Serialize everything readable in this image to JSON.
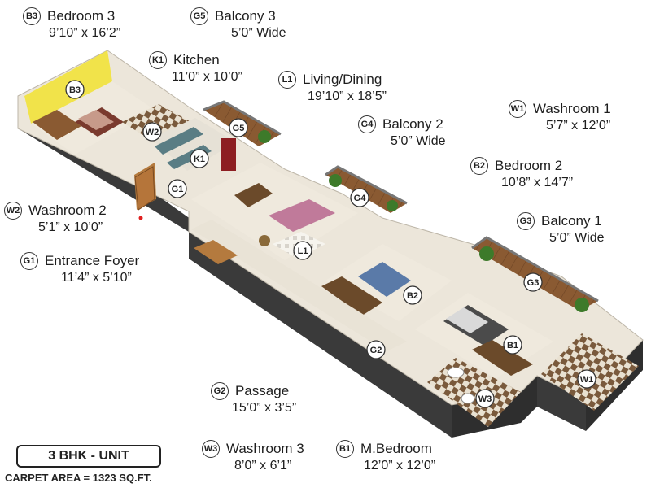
{
  "rooms": {
    "b3": {
      "code": "B3",
      "name": "Bedroom 3",
      "dims": "9’10” x 16’2”"
    },
    "g5": {
      "code": "G5",
      "name": "Balcony 3",
      "dims": "5’0” Wide"
    },
    "k1": {
      "code": "K1",
      "name": "Kitchen",
      "dims": "11’0” x 10’0”"
    },
    "l1": {
      "code": "L1",
      "name": "Living/Dining",
      "dims": "19’10” x 18’5”"
    },
    "w1": {
      "code": "W1",
      "name": "Washroom 1",
      "dims": "5’7” x 12’0”"
    },
    "g4": {
      "code": "G4",
      "name": "Balcony 2",
      "dims": "5’0” Wide"
    },
    "b2": {
      "code": "B2",
      "name": "Bedroom 2",
      "dims": "10’8” x 14’7”"
    },
    "w2": {
      "code": "W2",
      "name": "Washroom 2",
      "dims": "5’1” x 10’0”"
    },
    "g3": {
      "code": "G3",
      "name": "Balcony 1",
      "dims": "5’0” Wide"
    },
    "g1": {
      "code": "G1",
      "name": "Entrance Foyer",
      "dims": "11’4” x 5’10”"
    },
    "g2": {
      "code": "G2",
      "name": "Passage",
      "dims": "15’0” x 3’5”"
    },
    "w3": {
      "code": "W3",
      "name": "Washroom 3",
      "dims": "8’0” x 6’1”"
    },
    "b1": {
      "code": "B1",
      "name": "M.Bedroom",
      "dims": "12’0” x 12’0”"
    }
  },
  "unit": {
    "label": "3 BHK - UNIT",
    "carpet": "CARPET AREA = 1323 SQ.FT."
  },
  "colors": {
    "wall": "#f1f1f1",
    "wall_side": "#3a3a3a",
    "floor": "#ece6da",
    "bedroom3_floor": "#f1e34a",
    "wood": "#8a5a32",
    "checker_dark": "#7a5a3c",
    "checker_light": "#e9e1d1"
  }
}
